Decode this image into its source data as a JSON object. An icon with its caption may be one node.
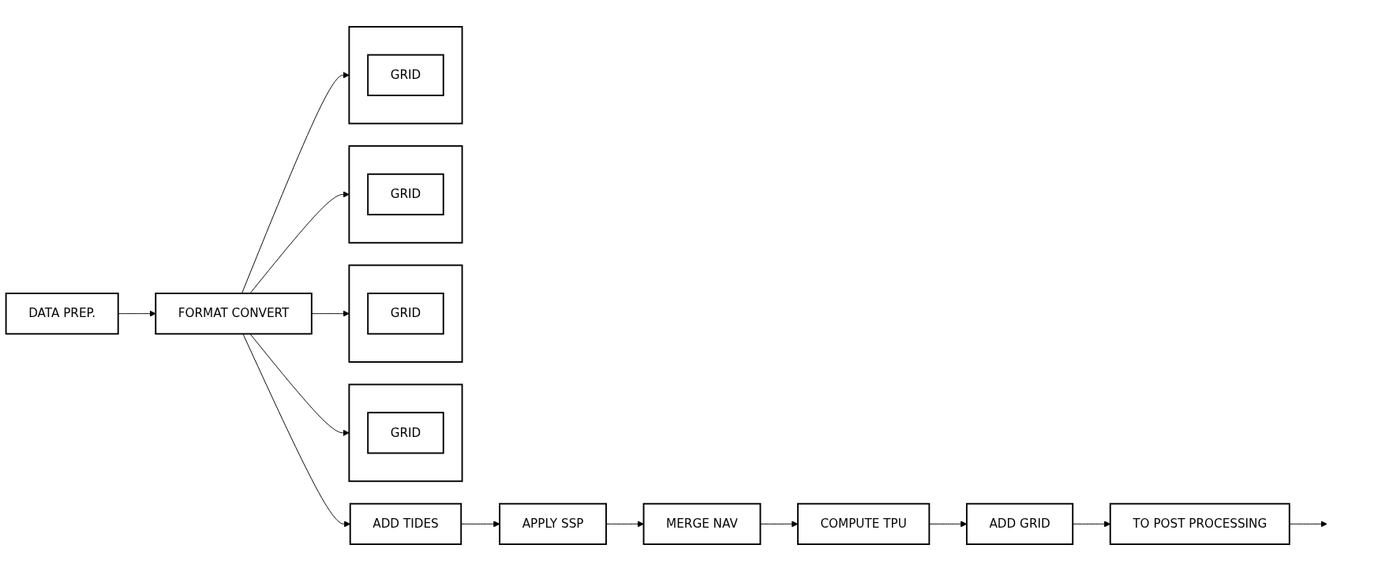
{
  "diagram": {
    "nodes": [
      {
        "text": [
          "DATA PREP."
        ]
      },
      {
        "text": [
          "FORMAT CONVERT"
        ]
      },
      {
        "text": [],
        "shape": "box"
      },
      {
        "text": [
          "GRID"
        ],
        "in": 2
      },
      {
        "text": [],
        "shape": "box"
      },
      {
        "text": [
          "GRID"
        ],
        "in": 4
      },
      {
        "text": [
          "ADD TIDES"
        ]
      },
      {
        "text": [
          "APPLY SSP"
        ]
      },
      {
        "text": [
          "MERGE NAV"
        ]
      },
      {
        "text": [
          "COMPUTE TPU"
        ]
      },
      {
        "text": [
          "ADD GRID"
        ]
      },
      {
        "text": [
          "TO POST PROCESSING"
        ]
      },
      {
        "text": [],
        "shape": "box"
      },
      {
        "text": [
          "GRID"
        ],
        "in": 12
      },
      {
        "text": [],
        "shape": "box"
      },
      {
        "text": [
          "GRID"
        ],
        "in": 14
      }
    ],
    "edges": [
      {
        "from": 0,
        "to": 1,
        "arrow": "to"
      },
      {
        "from": 1,
        "to": 2,
        "arrow": "to"
      },
      {
        "from": 1,
        "to": 4,
        "arrow": "to"
      },
      {
        "from": 1,
        "to": 6,
        "arrow": "to"
      },
      {
        "from": 1,
        "to": 12,
        "arrow": "to"
      },
      {
        "from": 1,
        "to": 14,
        "arrow": "to"
      },
      {
        "from": 6,
        "to": 7,
        "arrow": "to"
      },
      {
        "from": 7,
        "to": 8,
        "arrow": "to"
      },
      {
        "from": 8,
        "to": 9,
        "arrow": "to"
      },
      {
        "from": 9,
        "to": 10,
        "arrow": "to"
      },
      {
        "from": 10,
        "to": 11,
        "arrow": "to"
      },
      {
        "from": 11,
        "to": null,
        "arrow": "to"
      }
    ]
  }
}
